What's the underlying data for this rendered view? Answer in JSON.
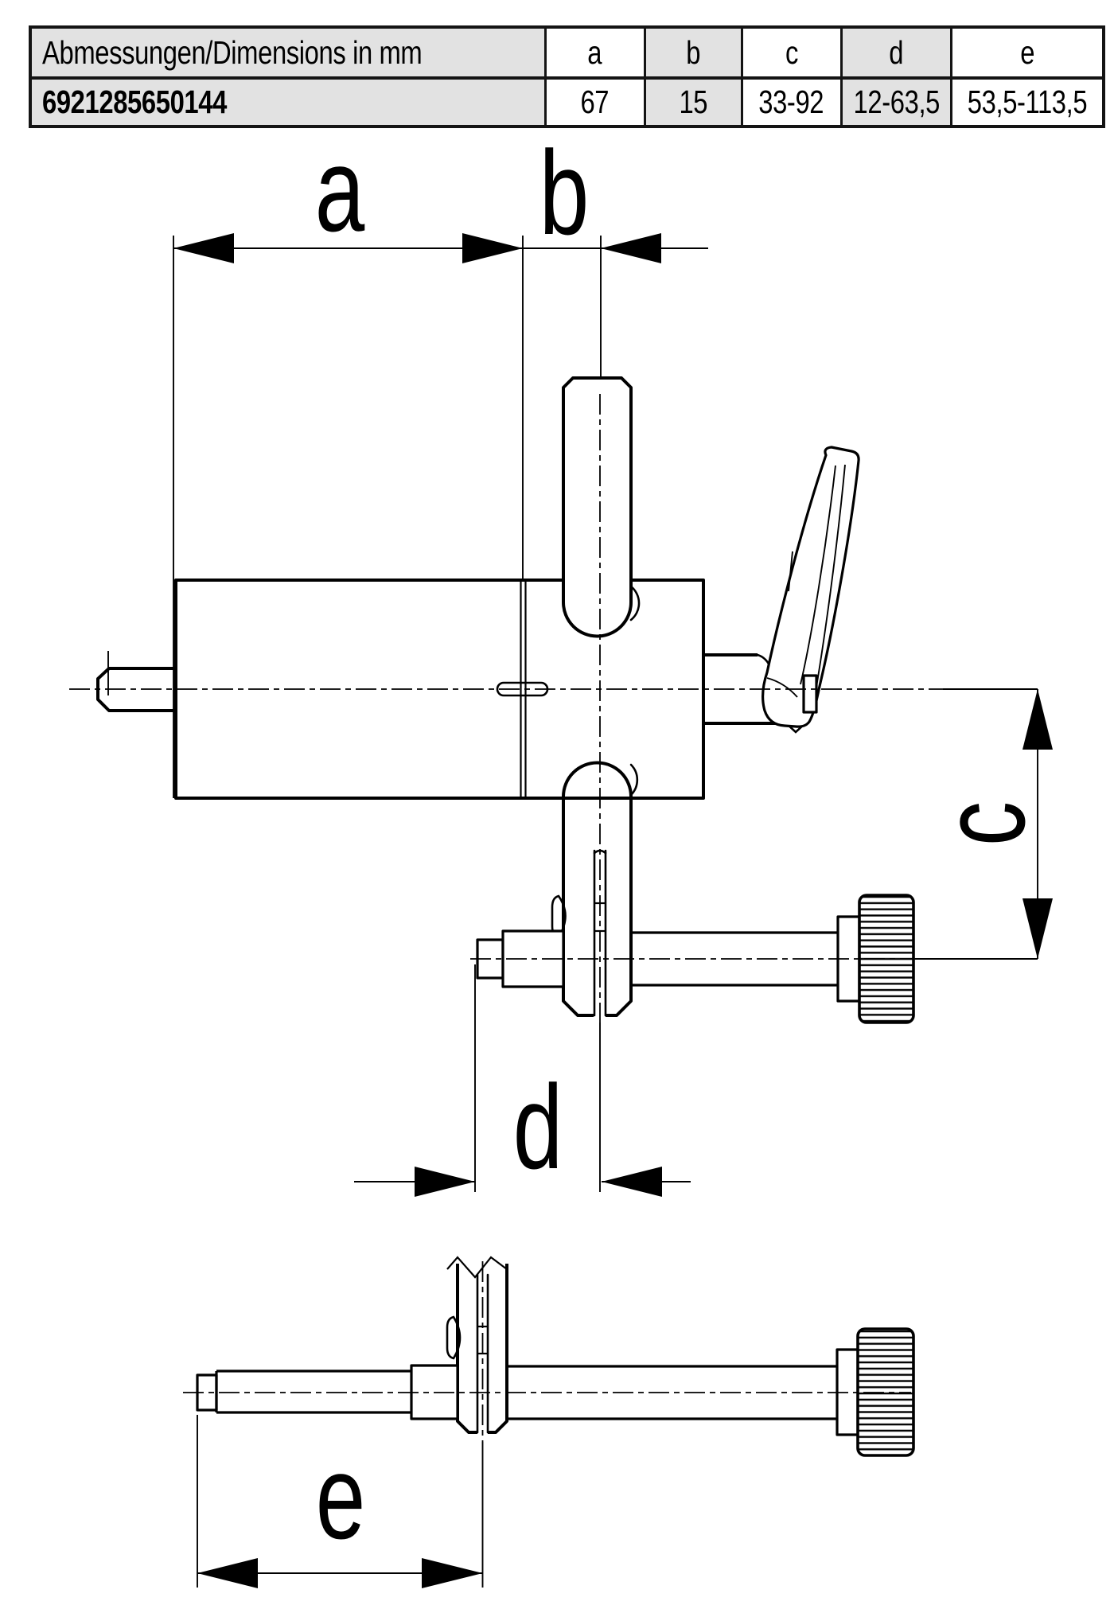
{
  "table": {
    "header": {
      "label": "Abmessungen/Dimensions in mm",
      "col_a": "a",
      "col_b": "b",
      "col_c": "c",
      "col_d": "d",
      "col_e": "e"
    },
    "row": {
      "part_number": "6921285650144",
      "a": "67",
      "b": "15",
      "c": "33-92",
      "d": "12-63,5",
      "e": "53,5-113,5"
    }
  },
  "drawing": {
    "labels": {
      "a": "a",
      "b": "b",
      "c": "c",
      "d": "d",
      "e": "e"
    }
  },
  "colors": {
    "cell_gray": "#e2e2e2",
    "cell_white": "#ffffff",
    "line_black": "#000000"
  }
}
